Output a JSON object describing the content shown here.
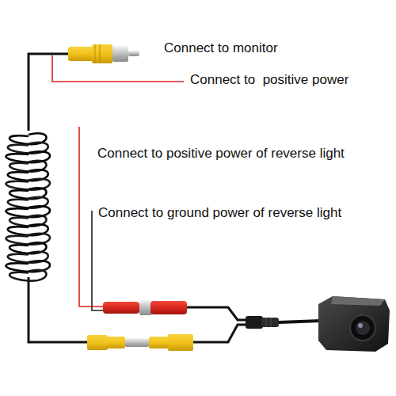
{
  "diagram": {
    "labels": [
      "Connect to monitor",
      "Connect to  positive power",
      "Connect to positive power of reverse light",
      "Connect to ground power of reverse light"
    ]
  }
}
